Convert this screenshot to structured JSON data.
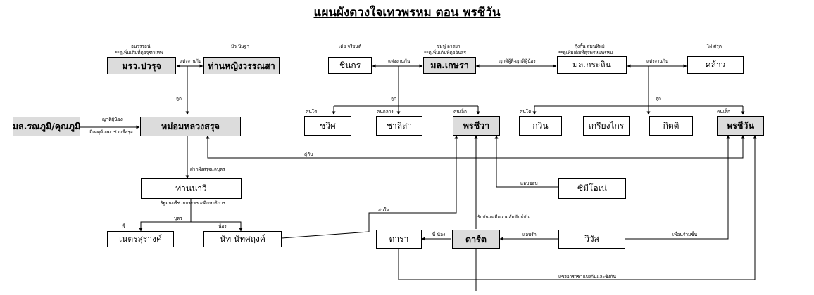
{
  "title": "แผนผังดวงใจเทวพรหม ตอน พรชีวัน",
  "nodes": {
    "mrw_prajuab": "มรว.ปวรุจ",
    "than_ying_wannasa": "ท่านหญิงวรรณสา",
    "mlrandom": "มล.รณภูมิ/คุณภูมิ",
    "mom_luang_saruj": "หม่อมหลวงสรุจ",
    "than_nawee": "ท่านนาวี",
    "nawee_sang": "เนตรสุรางค์",
    "nat_natsak": "นัท นัทศฤงค์",
    "chinakorn": "ชินกร",
    "ml_kesara": "มล.เกษรา",
    "chawit": "ชวิศ",
    "chalisa": "ชาลิสา",
    "pornchiwa": "พรชีวา",
    "mimi": "ซีมีโอเน่",
    "dara": "ดารา",
    "darat": "ดาร์ต",
    "wiwat": "วิวัส",
    "ml_kratin": "มล.กระถิน",
    "klaw": "คล้าว",
    "kawin": "กวิน",
    "kriangkrai": "เกรียงไกร",
    "kitti": "กิตติ",
    "pornchiwan": "พรชีวัน"
  },
  "labels": {
    "actor_tanawan": "ธนวรรธน์",
    "note_tanawan": "**ดูเพิ่มเติมที่ดุจจุฑาเทพ",
    "actor_nichakorn": "มิว นิษฐา",
    "married_1": "แต่งงานกัน",
    "child_1": "ลูก",
    "cousins": "ญาติผู้น้อง",
    "note_ronnaphum": "มีเหตุต้องมาช่วยที่สรุจ",
    "entrusted": "ฝากฝังสรุจแลบุตร",
    "note_nawee": "รัฐมนตรีช่วยกระทรวงศึกษาธิการ",
    "child_sister": "พี่",
    "child_kids": "บุตร",
    "child_younger": "น้อง",
    "interest": "สนใจ",
    "actor_ter": "เต้ย จริยนต์",
    "married_2": "แต่งงานกัน",
    "actor_kesara": "ชมพู่ อารยา",
    "note_kesara": "**ดูเพิ่มเติมที่ดุจอัปสร",
    "relatives_older": "ญาติผู้พี่-ญาติผู้น้อง",
    "child_2": "ลูก",
    "eldest_1": "คนโต",
    "middle_1": "คนกลาง",
    "youngest_1": "คนเล็ก",
    "spouses": "คู่กัน",
    "secret_love": "แอบชอบ",
    "love_each_other": "รักกันแต่มีความสัมพันธ์กัน",
    "siblings": "พี่-น้อง",
    "lovers": "แอบรัก",
    "close_friends": "เพื่อนร่วมชั้น",
    "hide_story": "แซงอาราชาแบ่งกันและชิงกัน",
    "actor_kratin": "กุ้งกั้น สุมนทิพย์",
    "note_kratin": "**ดูเพิ่มเติมที่ดุจพรหมพรหม",
    "married_3": "แต่งงานกัน",
    "actor_klaw": "ไผ่ ศรุต",
    "child_3": "ลูก",
    "eldest_2": "คนโต",
    "youngest_2": "คนเล็ก"
  }
}
